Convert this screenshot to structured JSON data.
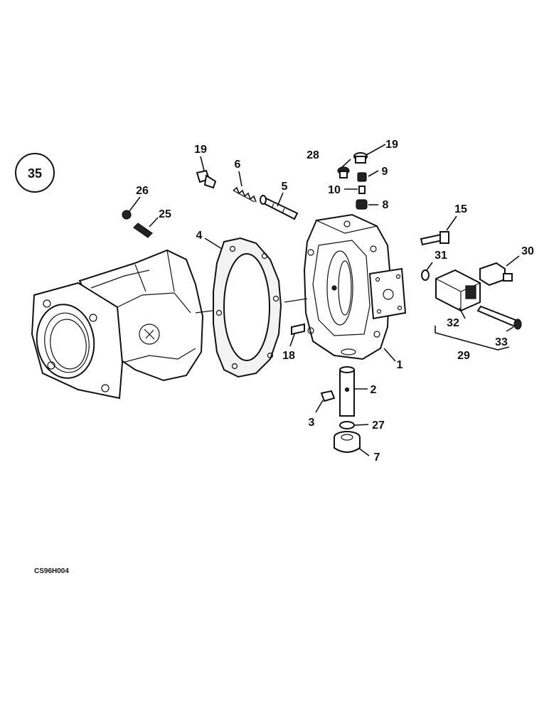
{
  "figure": {
    "badge": "35",
    "reference_code": "CS96H004"
  },
  "callouts": [
    {
      "id": "c1",
      "text": "1"
    },
    {
      "id": "c2",
      "text": "2"
    },
    {
      "id": "c3",
      "text": "3"
    },
    {
      "id": "c4",
      "text": "4"
    },
    {
      "id": "c5",
      "text": "5"
    },
    {
      "id": "c6",
      "text": "6"
    },
    {
      "id": "c7",
      "text": "7"
    },
    {
      "id": "c8",
      "text": "8"
    },
    {
      "id": "c9",
      "text": "9"
    },
    {
      "id": "c10",
      "text": "10"
    },
    {
      "id": "c15",
      "text": "15"
    },
    {
      "id": "c18",
      "text": "18"
    },
    {
      "id": "c19a",
      "text": "19"
    },
    {
      "id": "c19b",
      "text": "19"
    },
    {
      "id": "c25",
      "text": "25"
    },
    {
      "id": "c26",
      "text": "26"
    },
    {
      "id": "c27",
      "text": "27"
    },
    {
      "id": "c28",
      "text": "28"
    },
    {
      "id": "c29",
      "text": "29"
    },
    {
      "id": "c30",
      "text": "30"
    },
    {
      "id": "c31",
      "text": "31"
    },
    {
      "id": "c32",
      "text": "32"
    },
    {
      "id": "c33",
      "text": "33"
    }
  ]
}
